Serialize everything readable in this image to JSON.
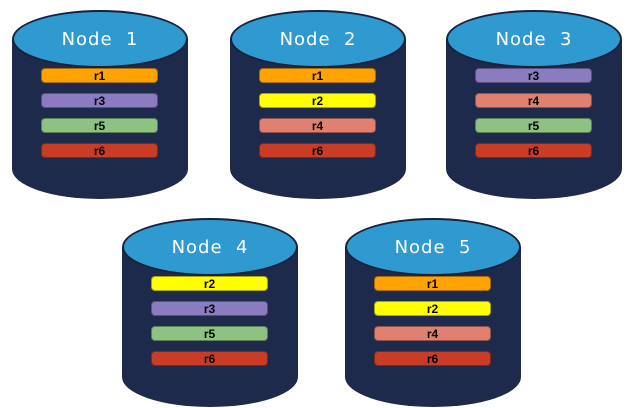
{
  "diagram": {
    "description": "Five database nodes each holding four replicated ranges",
    "background": "#FFFFFF"
  },
  "colors": {
    "cylinder_body": "#1E2A4B",
    "cylinder_top": "#2F9AD0",
    "cylinder_outline": "#16213E",
    "node_label_color": "#FFFFFF",
    "bar_text_color": "#000000"
  },
  "range_colors": {
    "r1": "#FFA302",
    "r2": "#FFFF00",
    "r3": "#8B7CC0",
    "r4": "#DF8070",
    "r5": "#8EC283",
    "r6": "#C93C26"
  },
  "nodes": [
    {
      "label": "Node  1",
      "ranges": [
        "r1",
        "r3",
        "r5",
        "r6"
      ]
    },
    {
      "label": "Node  2",
      "ranges": [
        "r1",
        "r2",
        "r4",
        "r6"
      ]
    },
    {
      "label": "Node  3",
      "ranges": [
        "r3",
        "r4",
        "r5",
        "r6"
      ]
    },
    {
      "label": "Node  4",
      "ranges": [
        "r2",
        "r3",
        "r5",
        "r6"
      ]
    },
    {
      "label": "Node  5",
      "ranges": [
        "r1",
        "r2",
        "r4",
        "r6"
      ]
    }
  ]
}
